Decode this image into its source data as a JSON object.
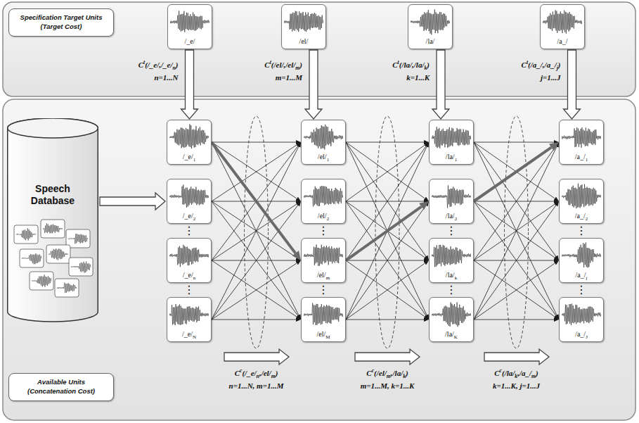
{
  "diagram": {
    "nodes": [
      {
        "text": [
          "Specification Target Units",
          "(Target Cost)"
        ]
      },
      {
        "text": [
          "/_e/"
        ]
      },
      {
        "text": [
          "/el/"
        ]
      },
      {
        "text": [
          "/la/"
        ]
      },
      {
        "text": [
          "/a_/"
        ]
      },
      {
        "text": [
          "Speech Database"
        ]
      },
      {
        "text": [
          "/_e/1"
        ]
      },
      {
        "text": [
          "/_e/2"
        ]
      },
      {
        "text": [
          "/_e/n"
        ]
      },
      {
        "text": [
          "/_e/N"
        ]
      },
      {
        "text": [
          "/el/1"
        ]
      },
      {
        "text": [
          "/el/2"
        ]
      },
      {
        "text": [
          "/el/m"
        ]
      },
      {
        "text": [
          "/el/M"
        ]
      },
      {
        "text": [
          "/la/1"
        ]
      },
      {
        "text": [
          "/la/2"
        ]
      },
      {
        "text": [
          "/la/k"
        ]
      },
      {
        "text": [
          "/la/K"
        ]
      },
      {
        "text": [
          "/a_/1"
        ]
      },
      {
        "text": [
          "/a_/2"
        ]
      },
      {
        "text": [
          "/a_/j"
        ]
      },
      {
        "text": [
          "/a_/J"
        ]
      },
      {
        "text": [
          "Available Units",
          "(Concatenation Cost)"
        ]
      }
    ],
    "edges": [
      {
        "from": 1,
        "to": 6,
        "arrow": "to"
      },
      {
        "from": 2,
        "to": 10,
        "arrow": "to"
      },
      {
        "from": 3,
        "to": 14,
        "arrow": "to"
      },
      {
        "from": 4,
        "to": 18,
        "arrow": "to"
      },
      {
        "from": 5,
        "to": 7,
        "arrow": "to"
      },
      {
        "from": 6,
        "to": 10,
        "arrow": "to"
      },
      {
        "from": 6,
        "to": 11,
        "arrow": "to"
      },
      {
        "from": 6,
        "to": 12,
        "arrow": "to"
      },
      {
        "from": 6,
        "to": 13,
        "arrow": "to"
      },
      {
        "from": 7,
        "to": 10,
        "arrow": "to"
      },
      {
        "from": 7,
        "to": 11,
        "arrow": "to"
      },
      {
        "from": 7,
        "to": 12,
        "arrow": "to"
      },
      {
        "from": 7,
        "to": 13,
        "arrow": "to"
      },
      {
        "from": 8,
        "to": 10,
        "arrow": "to"
      },
      {
        "from": 8,
        "to": 11,
        "arrow": "to"
      },
      {
        "from": 8,
        "to": 12,
        "arrow": "to"
      },
      {
        "from": 8,
        "to": 13,
        "arrow": "to"
      },
      {
        "from": 9,
        "to": 10,
        "arrow": "to"
      },
      {
        "from": 9,
        "to": 11,
        "arrow": "to"
      },
      {
        "from": 9,
        "to": 12,
        "arrow": "to"
      },
      {
        "from": 9,
        "to": 13,
        "arrow": "to"
      },
      {
        "from": 10,
        "to": 14,
        "arrow": "to"
      },
      {
        "from": 10,
        "to": 15,
        "arrow": "to"
      },
      {
        "from": 10,
        "to": 16,
        "arrow": "to"
      },
      {
        "from": 10,
        "to": 17,
        "arrow": "to"
      },
      {
        "from": 11,
        "to": 14,
        "arrow": "to"
      },
      {
        "from": 11,
        "to": 15,
        "arrow": "to"
      },
      {
        "from": 11,
        "to": 16,
        "arrow": "to"
      },
      {
        "from": 11,
        "to": 17,
        "arrow": "to"
      },
      {
        "from": 12,
        "to": 14,
        "arrow": "to"
      },
      {
        "from": 12,
        "to": 15,
        "arrow": "to"
      },
      {
        "from": 12,
        "to": 16,
        "arrow": "to"
      },
      {
        "from": 12,
        "to": 17,
        "arrow": "to"
      },
      {
        "from": 13,
        "to": 14,
        "arrow": "to"
      },
      {
        "from": 13,
        "to": 15,
        "arrow": "to"
      },
      {
        "from": 13,
        "to": 16,
        "arrow": "to"
      },
      {
        "from": 13,
        "to": 17,
        "arrow": "to"
      },
      {
        "from": 14,
        "to": 18,
        "arrow": "to"
      },
      {
        "from": 14,
        "to": 19,
        "arrow": "to"
      },
      {
        "from": 14,
        "to": 20,
        "arrow": "to"
      },
      {
        "from": 14,
        "to": 21,
        "arrow": "to"
      },
      {
        "from": 15,
        "to": 18,
        "arrow": "to"
      },
      {
        "from": 15,
        "to": 19,
        "arrow": "to"
      },
      {
        "from": 15,
        "to": 20,
        "arrow": "to"
      },
      {
        "from": 15,
        "to": 21,
        "arrow": "to"
      },
      {
        "from": 16,
        "to": 18,
        "arrow": "to"
      },
      {
        "from": 16,
        "to": 19,
        "arrow": "to"
      },
      {
        "from": 16,
        "to": 20,
        "arrow": "to"
      },
      {
        "from": 16,
        "to": 21,
        "arrow": "to"
      },
      {
        "from": 17,
        "to": 18,
        "arrow": "to"
      },
      {
        "from": 17,
        "to": 19,
        "arrow": "to"
      },
      {
        "from": 17,
        "to": 20,
        "arrow": "to"
      },
      {
        "from": 17,
        "to": 21,
        "arrow": "to"
      }
    ],
    "labels": [
      "Ct(/_e/,/_e/n)",
      "n=1...N",
      "Ct(/el/,/el/m)",
      "m=1...M",
      "Ct(/la/,/la/k)",
      "k=1...K",
      "Ct(/a_/,/a_/j)",
      "j=1...J",
      "⋮",
      "⋮",
      "⋮",
      "⋮",
      "⋮",
      "⋮",
      "⋮",
      "⋮",
      "Cc(/_e/n,/el/m)",
      "n=1...N, m=1...M",
      "Cc(/el/m,/la/k)",
      "m=1...M, k=1...K",
      "Cc(/la/k,/a_/m)",
      "k=1...K, j=1...J"
    ]
  }
}
